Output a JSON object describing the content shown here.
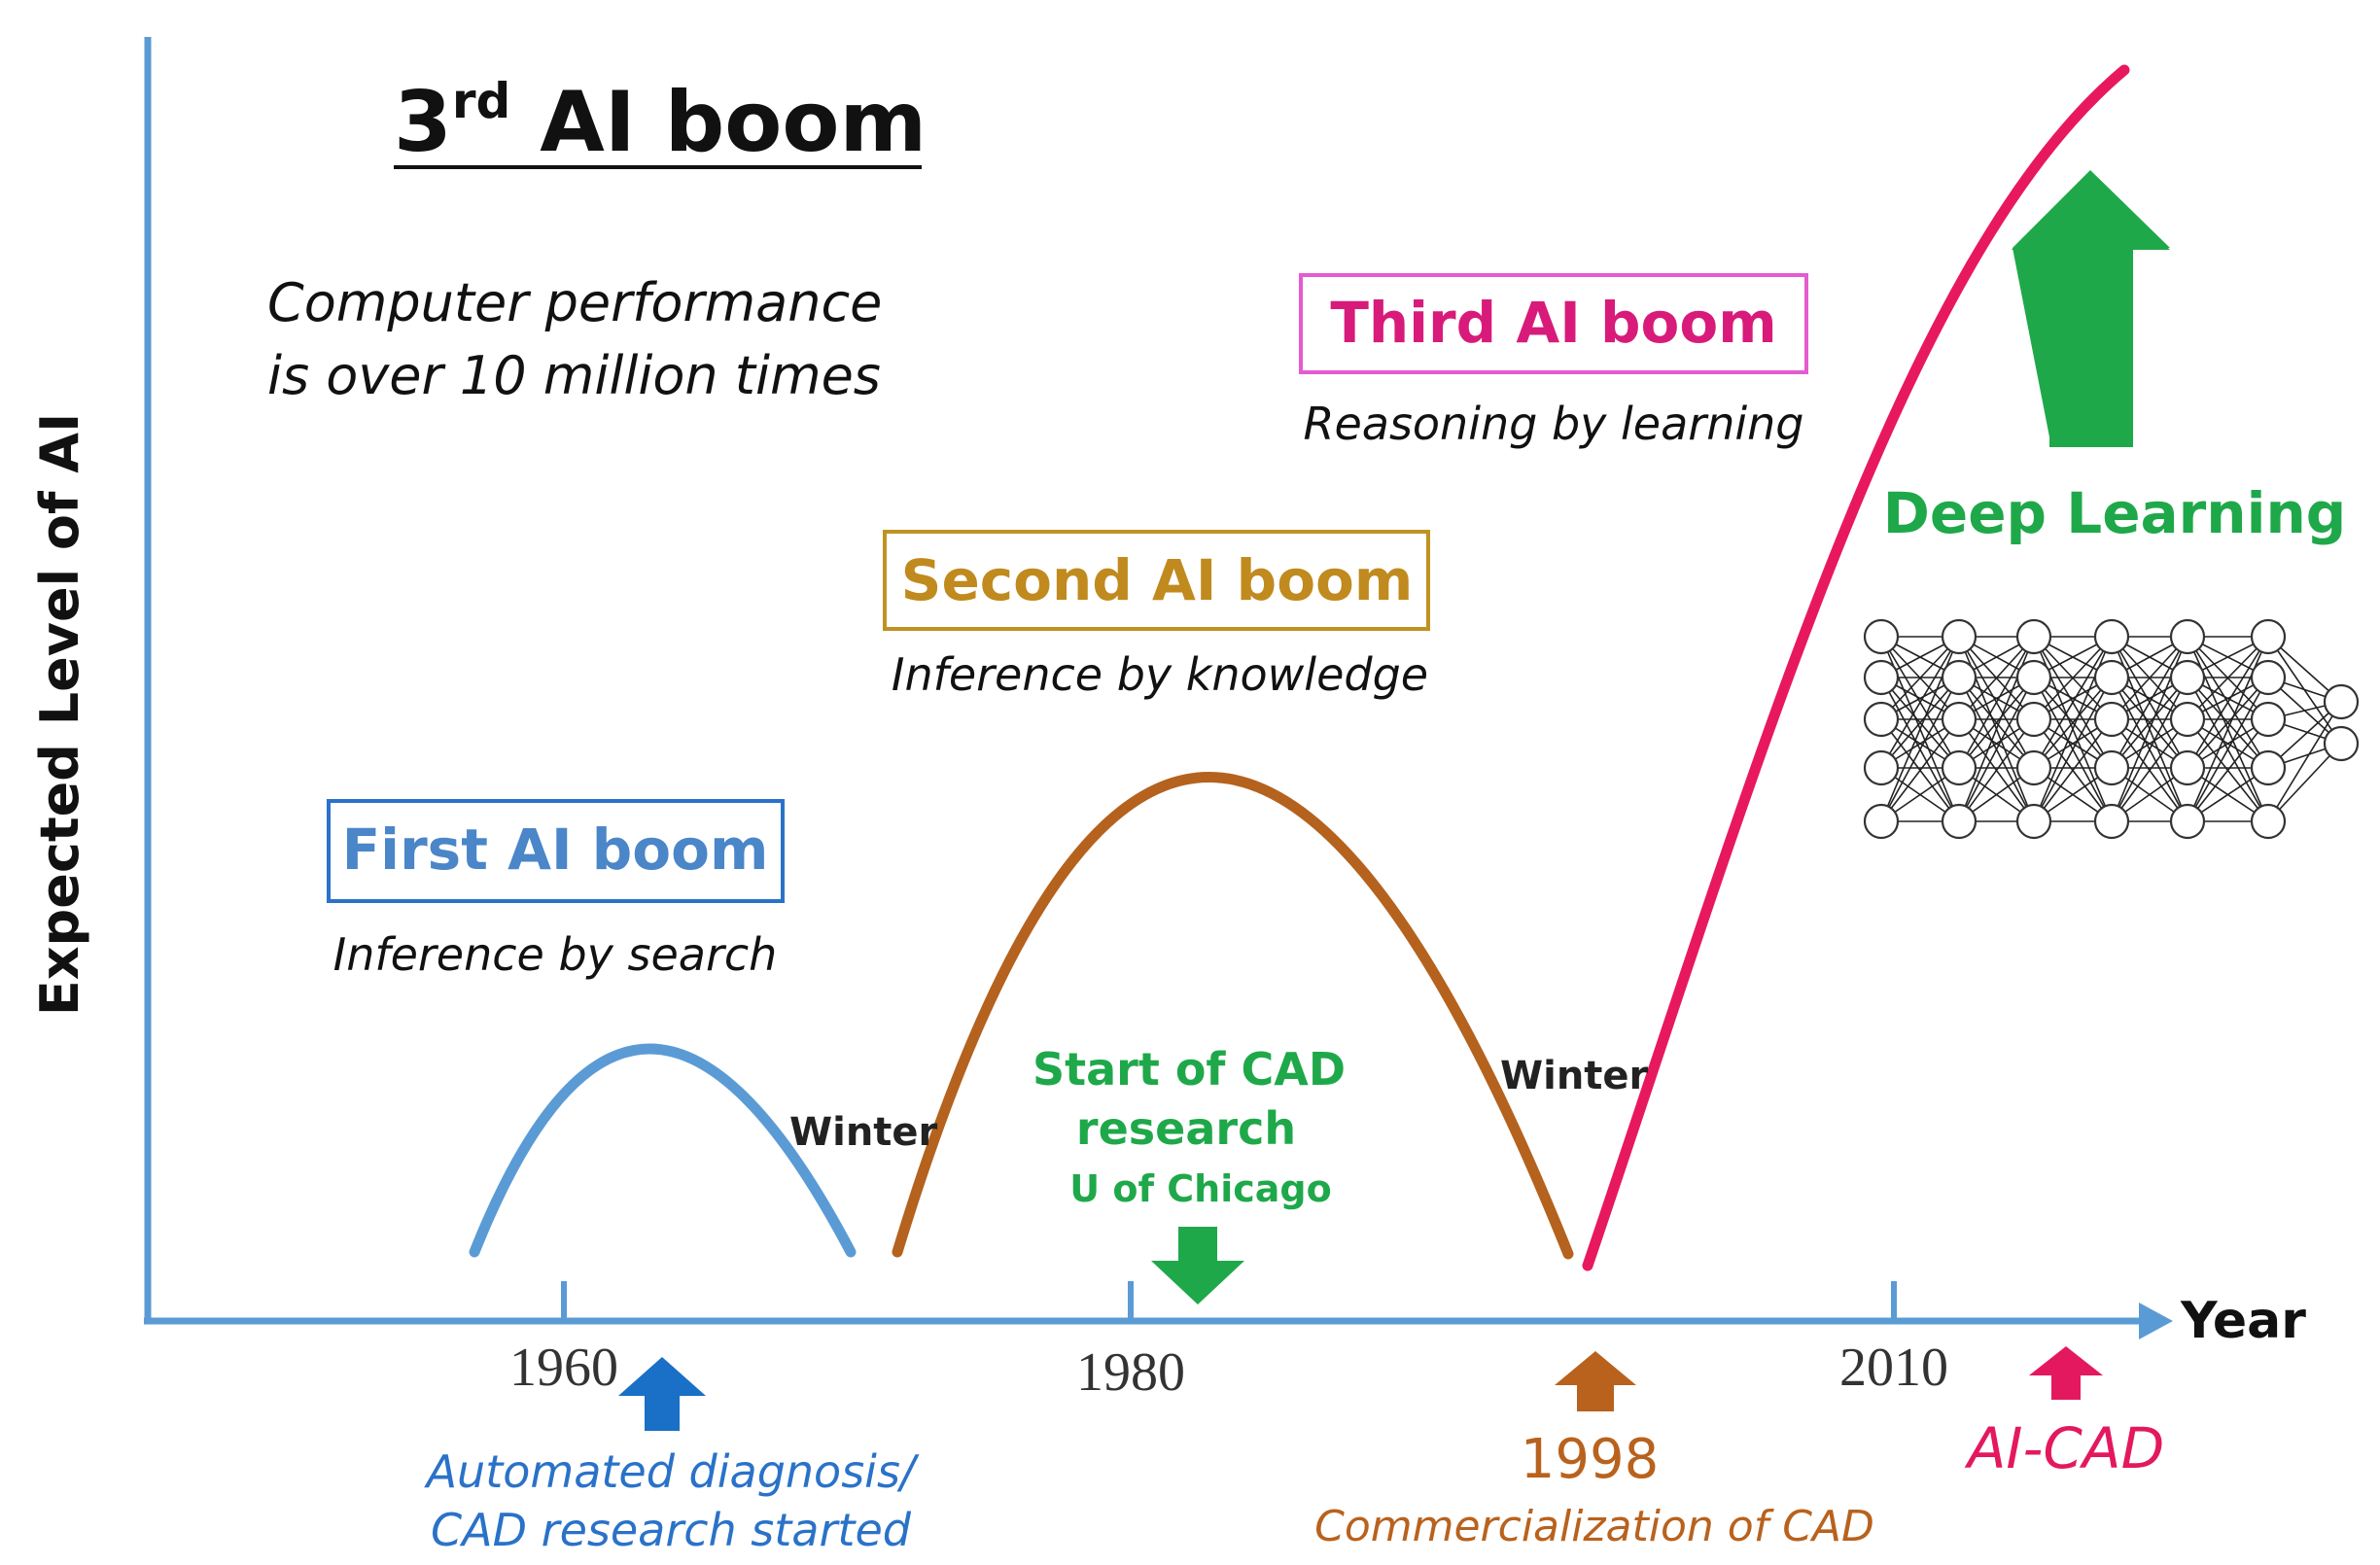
{
  "title": {
    "main": "3",
    "sup": "rd",
    "rest": " AI boom"
  },
  "performance_note": [
    "Computer performance",
    "is over 10 million times"
  ],
  "y_axis_label": "Expected Level of AI",
  "x_axis_label": "Year",
  "x_ticks": [
    "1960",
    "1980",
    "2010"
  ],
  "booms": {
    "first": {
      "label": "First AI boom",
      "subtitle": "Inference by search",
      "color": "#4a86c8"
    },
    "second": {
      "label": "Second AI boom",
      "subtitle": "Inference by knowledge",
      "color": "#c07a1e"
    },
    "third": {
      "label": "Third AI boom",
      "subtitle": "Reasoning by learning",
      "color": "#d81b7a"
    }
  },
  "winter_labels": [
    "Winter",
    "Winter"
  ],
  "cad_start": {
    "lines": [
      "Start of CAD",
      "research"
    ],
    "sub": "U of Chicago",
    "color": "#1fa84a"
  },
  "deep_learning": {
    "label": "Deep Learning",
    "color": "#1fa84a"
  },
  "milestones": {
    "automated": {
      "lines": [
        "Automated diagnosis/",
        "CAD research started"
      ],
      "color": "#2a72c8"
    },
    "y1998": {
      "year": "1998",
      "desc": "Commercialization of CAD",
      "color": "#b8621e"
    },
    "aicad": {
      "label": "AI-CAD",
      "color": "#e3185f"
    }
  },
  "colors": {
    "axis": "#5b9bd5",
    "first_curve": "#5b9bd5",
    "second_curve": "#b4621e",
    "third_curve": "#e8185f",
    "arrow_blue": "#1a6fc6",
    "arrow_brown": "#b8621e",
    "arrow_green": "#1fa84a",
    "arrow_pink": "#e3185f"
  }
}
